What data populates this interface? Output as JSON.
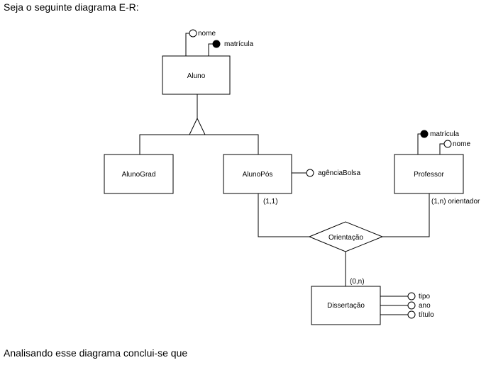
{
  "intro_text": "Seja o seguinte diagrama E-R:",
  "outro_text": "Analisando esse diagrama conclui-se que",
  "entities": {
    "aluno": "Aluno",
    "aluno_grad": "AlunoGrad",
    "aluno_pos": "AlunoPós",
    "professor": "Professor",
    "dissertacao": "Dissertação"
  },
  "relationship": {
    "orientacao": "Orientação"
  },
  "attributes": {
    "aluno_nome": "nome",
    "aluno_matricula": "matrícula",
    "aluno_pos_agencia": "agênciaBolsa",
    "professor_matricula": "matrícula",
    "professor_nome": "nome",
    "dissertacao_tipo": "tipo",
    "dissertacao_ano": "ano",
    "dissertacao_titulo": "título"
  },
  "cardinalities": {
    "aluno_pos": "(1,1)",
    "professor": "(1,n) orientador",
    "dissertacao": "(0,n)"
  }
}
